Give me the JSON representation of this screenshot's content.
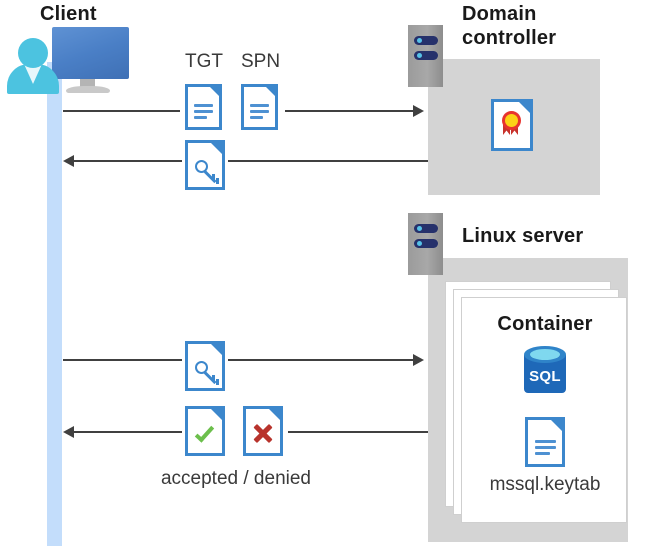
{
  "diagram": {
    "title_client": "Client",
    "title_domain_controller": "Domain\ncontroller",
    "title_domain_controller_line1": "Domain",
    "title_domain_controller_line2": "controller",
    "title_linux_server": "Linux server",
    "title_container": "Container",
    "label_tgt": "TGT",
    "label_spn": "SPN",
    "label_keytab_file": "mssql.keytab",
    "label_sql": "SQL",
    "label_result": "accepted / denied"
  },
  "icons": {
    "client": "user-monitor-icon",
    "server_rack_dc": "server-rack-icon",
    "server_rack_linux": "server-rack-icon",
    "certificate": "certificate-document-icon",
    "tgt_doc": "text-document-icon",
    "spn_doc": "text-document-icon",
    "ticket_key_upper": "key-document-icon",
    "ticket_key_lower": "key-document-icon",
    "accepted": "check-document-icon",
    "denied": "cross-document-icon",
    "sql": "sql-database-icon",
    "keytab": "text-document-icon"
  },
  "colors": {
    "accent_blue": "#3c87cc",
    "monitor_blue": "#4a7fc6",
    "person_cyan": "#4cc3e0",
    "lifeline_blue": "#c3ddfb",
    "zone_gray": "#d4d4d4",
    "rack_gray": "#a8a8a8",
    "rack_navy": "#26316b",
    "rack_dot_cyan": "#56c2e8",
    "check_green": "#6cbf4c",
    "cross_red": "#b8332c",
    "medal_gold": "#fcd116",
    "medal_red": "#e8332e",
    "sql_blue": "#1e68b8",
    "sql_top_cyan": "#7fd8ef",
    "arrow_gray": "#404040",
    "text_dark": "#1a1a1a"
  },
  "flows": [
    {
      "name": "client-to-dc-request",
      "direction": "right",
      "carries": [
        "TGT",
        "SPN"
      ]
    },
    {
      "name": "dc-to-client-ticket",
      "direction": "left",
      "carries": [
        "service ticket"
      ]
    },
    {
      "name": "client-to-linux-ticket",
      "direction": "right",
      "carries": [
        "service ticket"
      ]
    },
    {
      "name": "linux-to-client-result",
      "direction": "left",
      "carries": [
        "accepted / denied"
      ]
    }
  ]
}
